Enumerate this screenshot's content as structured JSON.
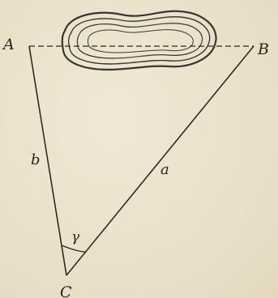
{
  "labels": {
    "A": "A",
    "B": "B",
    "C": "C",
    "a": "a",
    "b": "b",
    "gamma": "γ"
  }
}
